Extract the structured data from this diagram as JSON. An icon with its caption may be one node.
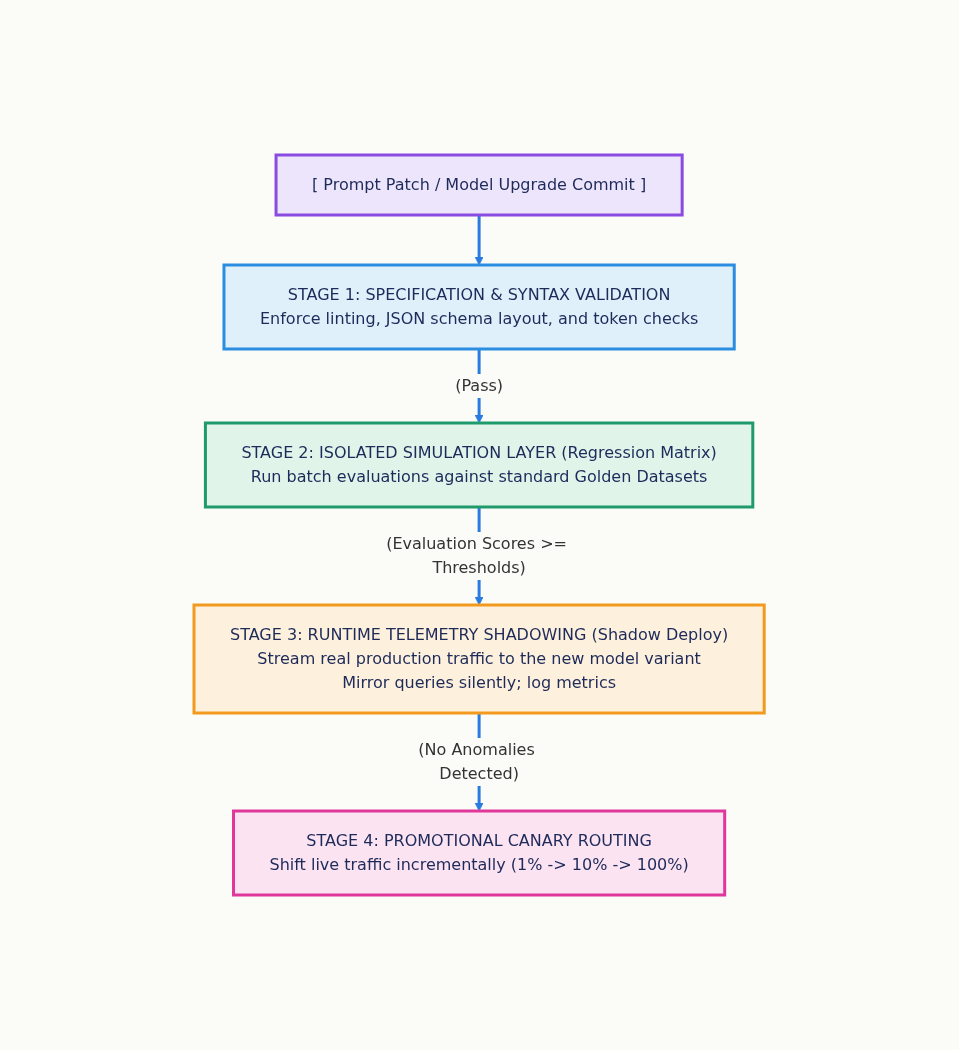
{
  "diagram": {
    "nodes": [
      {
        "text": [
          "[ Prompt Patch / Model Upgrade Commit ]"
        ]
      },
      {
        "text": [
          "STAGE 1: SPECIFICATION & SYNTAX VALIDATION",
          "Enforce linting, JSON schema layout, and token checks"
        ]
      },
      {
        "text": [
          "STAGE 2: ISOLATED SIMULATION LAYER (Regression Matrix)",
          "Run batch evaluations against standard Golden Datasets"
        ]
      },
      {
        "text": [
          "STAGE 3: RUNTIME TELEMETRY SHADOWING (Shadow Deploy)",
          "Stream real production traffic to the new model variant",
          "Mirror queries silently; log metrics"
        ]
      },
      {
        "text": [
          "STAGE 4: PROMOTIONAL CANARY ROUTING",
          "Shift live traffic incrementally (1% -> 10% -> 100%)"
        ]
      }
    ],
    "edges": [
      {
        "from": 0,
        "to": 1,
        "arrow": "to"
      },
      {
        "from": 1,
        "to": 2,
        "arrow": "to",
        "label": "(Pass)"
      },
      {
        "from": 2,
        "to": 3,
        "arrow": "to",
        "label": "(Evaluation Scores >= Thresholds)"
      },
      {
        "from": 3,
        "to": 4,
        "arrow": "to",
        "label": "(No Anomalies Detected)"
      }
    ]
  }
}
